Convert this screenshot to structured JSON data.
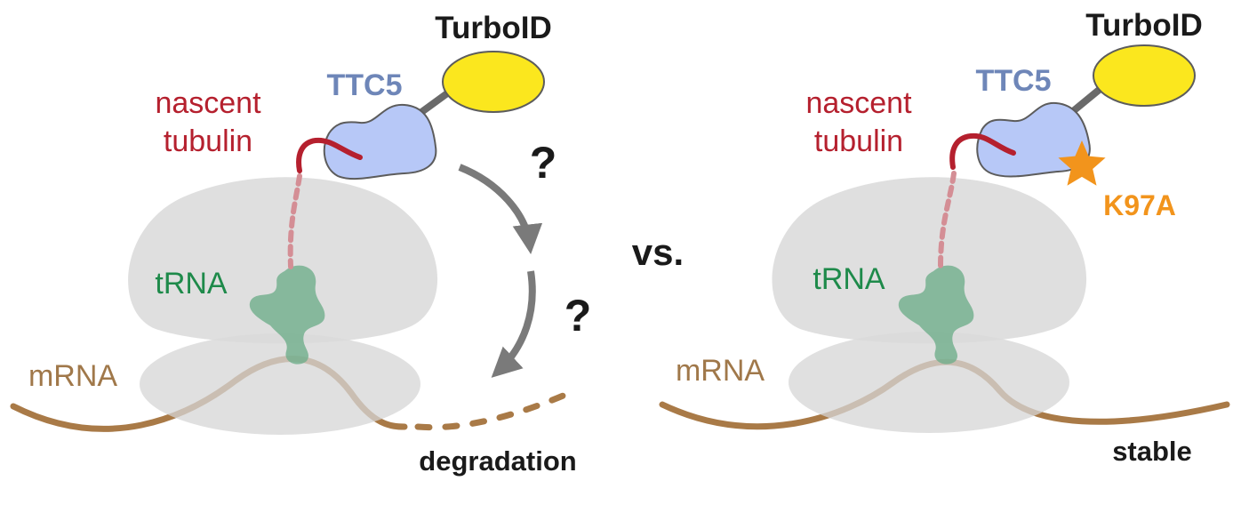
{
  "left_panel": {
    "turboid_label": "TurboID",
    "ttc5_label": "TTC5",
    "nascent_label_line1": "nascent",
    "nascent_label_line2": "tubulin",
    "trna_label": "tRNA",
    "mrna_label": "mRNA",
    "question_mark_1": "?",
    "question_mark_2": "?",
    "outcome_label": "degradation"
  },
  "separator_label": "vs.",
  "right_panel": {
    "turboid_label": "TurboID",
    "ttc5_label": "TTC5",
    "nascent_label_line1": "nascent",
    "nascent_label_line2": "tubulin",
    "trna_label": "tRNA",
    "mrna_label": "mRNA",
    "mutation_label": "K97A",
    "outcome_label": "stable"
  },
  "colors": {
    "turboid_fill": "#FBE71E",
    "ttc5_fill": "#B7C8F7",
    "ttc5_text": "#6E86B8",
    "nascent_chain": "#B5202E",
    "trna": "#6FAE8B",
    "trna_text": "#1E8A4A",
    "mrna": "#A97A47",
    "mrna_text": "#A0784A",
    "ribosome": "#D6D6D6",
    "arrow": "#7A7A7A",
    "mutation": "#F2941C",
    "text_dark": "#1A1A1A"
  }
}
